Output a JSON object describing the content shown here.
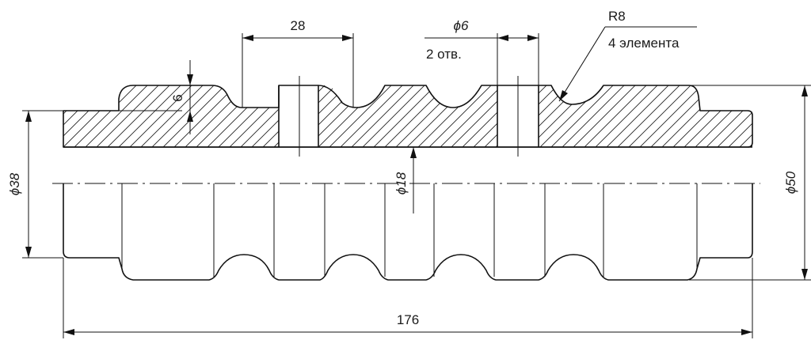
{
  "drawing": {
    "dimensions": {
      "step_depth": "6",
      "pitch": "28",
      "hole_diameter": "ϕ6",
      "hole_count": "2 отв.",
      "groove_radius": "R8",
      "groove_count": "4 элемента",
      "outer_diameter_left": "ϕ38",
      "bore_diameter": "ϕ18",
      "outer_diameter_right": "ϕ50",
      "overall_length": "176"
    },
    "colors": {
      "line": "#111111",
      "background": "#ffffff"
    }
  }
}
